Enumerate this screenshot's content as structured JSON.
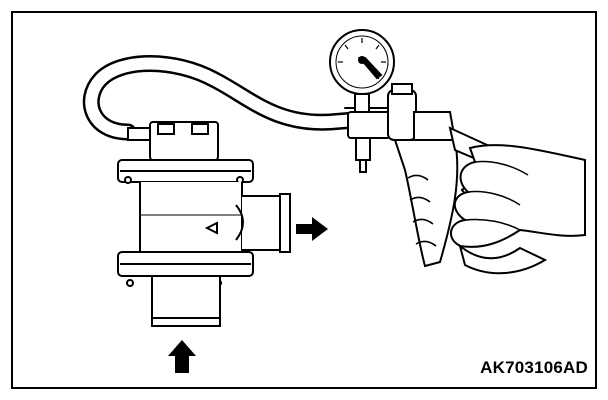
{
  "figure": {
    "reference_code": "AK703106AD",
    "colors": {
      "ink": "#000000",
      "paper": "#ffffff"
    },
    "parts": {
      "valve": "valve-body",
      "hose": "vacuum-hose",
      "pump": "hand-vacuum-pump",
      "gauge": "vacuum-gauge",
      "arrows": [
        "flow-arrow-right",
        "flow-arrow-up"
      ]
    }
  }
}
